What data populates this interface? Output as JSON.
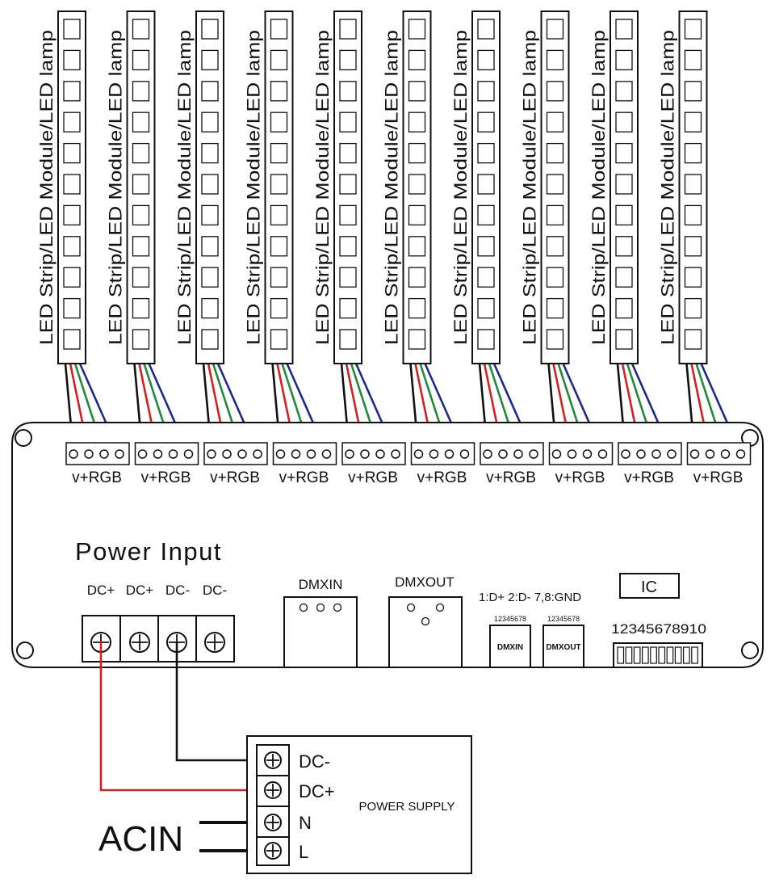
{
  "strip_label": "LED Strip/LED Module/LED lamp",
  "connector_label": "v+RGB",
  "channel_count": 10,
  "strip_cells": 11,
  "power_input": {
    "title": "Power Input",
    "terminals": [
      "DC+",
      "DC+",
      "DC-",
      "DC-"
    ]
  },
  "dmx_in_label": "DMXIN",
  "dmx_out_label": "DMXOUT",
  "pin_legend": "1:D+ 2:D- 7,8:GND",
  "small_dmxin": {
    "pins": "12345678",
    "label": "DMXIN"
  },
  "small_dmxout": {
    "pins": "12345678",
    "label": "DMXOUT"
  },
  "ic_label": "IC",
  "dip_label": "12345678910",
  "dip_switch_count": 10,
  "power_supply": {
    "label": "POWER SUPPLY",
    "terminals": [
      "DC-",
      "DC+",
      "N",
      "L"
    ]
  },
  "acin_label": "ACIN",
  "colors": {
    "line": "#111111",
    "wire_v": "#111111",
    "wire_r": "#d42020",
    "wire_g": "#1f8a3a",
    "wire_b": "#1c2a8c",
    "power_positive": "#d42020",
    "power_negative": "#111111"
  },
  "icons": {
    "screw_terminal": "circle-cross-icon",
    "mount_hole": "circle-icon"
  }
}
